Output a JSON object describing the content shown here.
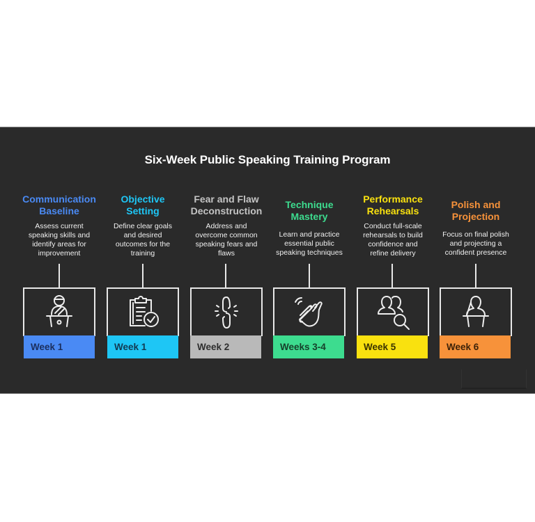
{
  "title": "Six-Week Public Speaking Training Program",
  "colors": {
    "background": "#2a2a2a",
    "line": "#e8e8e8"
  },
  "stages": [
    {
      "heading_line1": "Communication",
      "heading_line2": "Baseline",
      "description": [
        "Assess current",
        "speaking skills and",
        "identify areas for",
        "improvement"
      ],
      "icon": "presenter-at-podium-icon",
      "week": "Week 1",
      "color": "#4a8af4",
      "label_text_color": "#1b2f5e"
    },
    {
      "heading_line1": "Objective",
      "heading_line2": "Setting",
      "description": [
        "Define clear goals",
        "and desired",
        "outcomes for the",
        "training"
      ],
      "icon": "clipboard-check-icon",
      "week": "Week 1",
      "color": "#1ec6f5",
      "label_text_color": "#123a52"
    },
    {
      "heading_line1": "Fear and Flaw",
      "heading_line2": "Deconstruction",
      "description": [
        "Address and",
        "overcome common",
        "speaking fears and",
        "flaws"
      ],
      "icon": "broken-link-icon",
      "week": "Week 2",
      "color": "#b9b9b9",
      "label_text_color": "#2e2e2e"
    },
    {
      "heading_line1": "Technique",
      "heading_line2": "Mastery",
      "description": [
        "Learn and practice",
        "essential public",
        "speaking techniques"
      ],
      "icon": "waving-hand-icon",
      "week": "Weeks 3-4",
      "color": "#3ddc8f",
      "label_text_color": "#16402a"
    },
    {
      "heading_line1": "Performance",
      "heading_line2": "Rehearsals",
      "description": [
        "Conduct full-scale",
        "rehearsals to build",
        "confidence and",
        "refine delivery"
      ],
      "icon": "audience-search-icon",
      "week": "Week 5",
      "color": "#f9e10f",
      "label_text_color": "#3a3300"
    },
    {
      "heading_line1": "Polish and",
      "heading_line2": "Projection",
      "description": [
        "Focus on final polish",
        "and projecting a",
        "confident presence"
      ],
      "icon": "speaker-at-lectern-icon",
      "week": "Week 6",
      "color": "#f7923a",
      "label_text_color": "#3d2208"
    }
  ]
}
